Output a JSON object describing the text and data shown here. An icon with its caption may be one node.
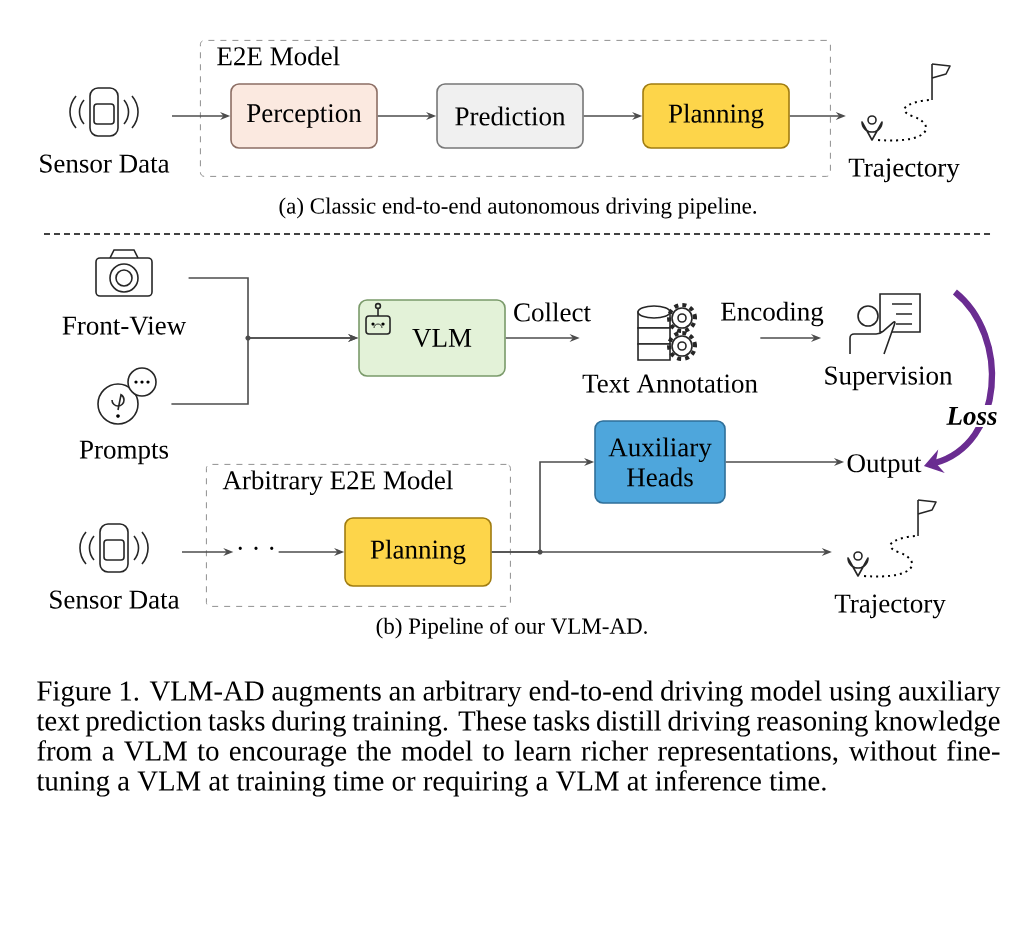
{
  "diagram": {
    "caption": "Figure 1. VLM-AD augments an arbitrary end-to-end driving model using auxiliary text prediction tasks during training. These tasks distill driving reasoning knowledge from a VLM to encourage the model to learn richer representations, without fine-tuning a VLM at training time or requiring a VLM at inference time.",
    "nodes": [
      {
        "text": [
          "E2E Model"
        ]
      },
      {
        "text": [
          "Sensor Data"
        ]
      },
      {
        "text": [
          "Perception"
        ],
        "in": 0
      },
      {
        "text": [
          "Prediction"
        ],
        "in": 0
      },
      {
        "text": [
          "Planning"
        ],
        "in": 0
      },
      {
        "text": [
          "Trajectory"
        ]
      },
      {
        "text": [
          "Front-View"
        ]
      },
      {
        "text": [
          "Prompts"
        ]
      },
      {
        "text": [
          "VLM"
        ]
      },
      {
        "text": [
          "Text Annotation"
        ]
      },
      {
        "text": [
          "Supervision"
        ]
      },
      {
        "text": [
          "Arbitrary E2E Model"
        ]
      },
      {
        "text": [
          "· · ·"
        ],
        "in": 11
      },
      {
        "text": [
          "Planning"
        ],
        "in": 11
      },
      {
        "text": [
          "Auxiliary Heads"
        ]
      },
      {
        "text": [
          "Output"
        ]
      },
      {
        "text": [
          "Sensor Data"
        ]
      },
      {
        "text": [
          "Trajectory"
        ]
      }
    ],
    "edges": [
      {
        "from": 1,
        "to": 2,
        "arrow": "to"
      },
      {
        "from": 2,
        "to": 3,
        "arrow": "to"
      },
      {
        "from": 3,
        "to": 4,
        "arrow": "to"
      },
      {
        "from": 4,
        "to": 5,
        "arrow": "to"
      },
      {
        "from": 6,
        "to": 8,
        "arrow": "to"
      },
      {
        "from": 7,
        "to": 8,
        "arrow": "to"
      },
      {
        "from": 8,
        "to": 9,
        "arrow": "to",
        "label": "Collect"
      },
      {
        "from": 9,
        "to": 10,
        "arrow": "to",
        "label": "Encoding"
      },
      {
        "from": 10,
        "to": 15,
        "arrow": "to",
        "label": "Loss",
        "style": "thick",
        "color": "#6a2c91"
      },
      {
        "from": 16,
        "to": 12,
        "arrow": "to"
      },
      {
        "from": 12,
        "to": 13,
        "arrow": "to"
      },
      {
        "from": 13,
        "to": 14,
        "arrow": "to"
      },
      {
        "from": 13,
        "to": 17,
        "arrow": "to"
      },
      {
        "from": 14,
        "to": 15,
        "arrow": "to"
      }
    ],
    "labels": [
      "(a) Classic end-to-end autonomous driving pipeline.",
      "(b) Pipeline of our VLM-AD."
    ]
  }
}
